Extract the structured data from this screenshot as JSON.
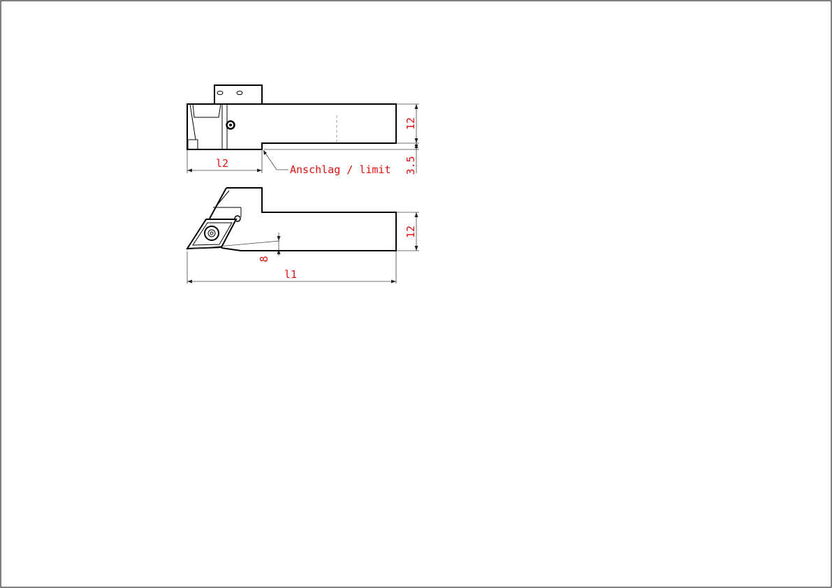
{
  "drawing": {
    "line_color": "#000000",
    "dimension_text_color": "#e01010",
    "border_color": "#000000"
  },
  "side_view": {
    "dim_height": "12",
    "dim_offset": "3.5",
    "dim_l2": "l2",
    "note": "Anschlag / limit"
  },
  "top_view": {
    "dim_height": "12",
    "dim_angle": "8",
    "dim_l1": "l1"
  }
}
